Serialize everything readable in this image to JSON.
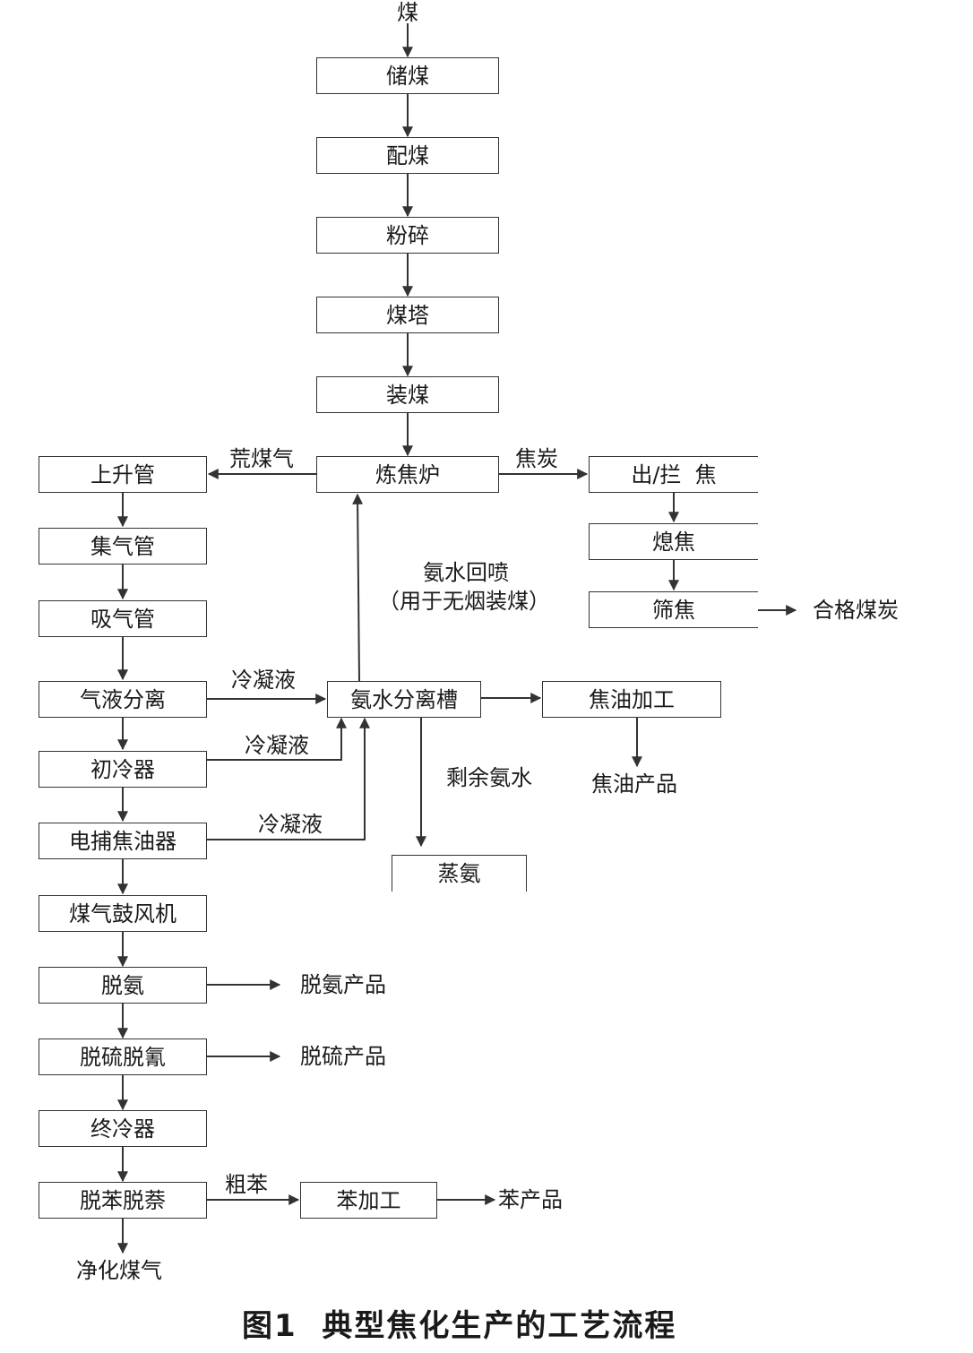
{
  "nodes": {
    "storage": "储煤",
    "blending": "配煤",
    "crushing": "粉碎",
    "coal_tower": "煤塔",
    "charging": "装煤",
    "coke_oven": "炼焦炉",
    "ascension_pipe": "上升管",
    "gas_collecting_main": "集气管",
    "suction_pipe": "吸气管",
    "gas_liquid_separation": "气液分离",
    "primary_cooler": "初冷器",
    "electrostatic_tar_precipitator": "电捕焦油器",
    "gas_blower": "煤气鼓风机",
    "deammoniation": "脱氨",
    "desulfur_decyanide": "脱硫脱氰",
    "final_cooler": "终冷器",
    "debenzene_denaphthalene": "脱苯脱萘",
    "ammonia_water_separation_tank": "氨水分离槽",
    "tar_processing": "焦油加工",
    "ammonia_distillation": "蒸氨",
    "benzene_processing": "苯加工",
    "coke_push_block": "出/拦  焦",
    "coke_quenching": "熄焦",
    "coke_screening": "筛焦"
  },
  "labels": {
    "coal_input": "煤",
    "raw_gas": "荒煤气",
    "coke": "焦炭",
    "ammonia_spray_line1": "氨水回喷",
    "ammonia_spray_line2": "（用于无烟装煤）",
    "condensate_1": "冷凝液",
    "condensate_2": "冷凝液",
    "condensate_3": "冷凝液",
    "surplus_ammonia_water": "剩余氨水",
    "tar_product": "焦油产品",
    "qualified_coke": "合格煤炭",
    "deammoniation_product": "脱氨产品",
    "desulfur_product": "脱硫产品",
    "crude_benzene": "粗苯",
    "benzene_product": "苯产品",
    "purified_gas": "净化煤气"
  },
  "caption": "图1  典型焦化生产的工艺流程"
}
